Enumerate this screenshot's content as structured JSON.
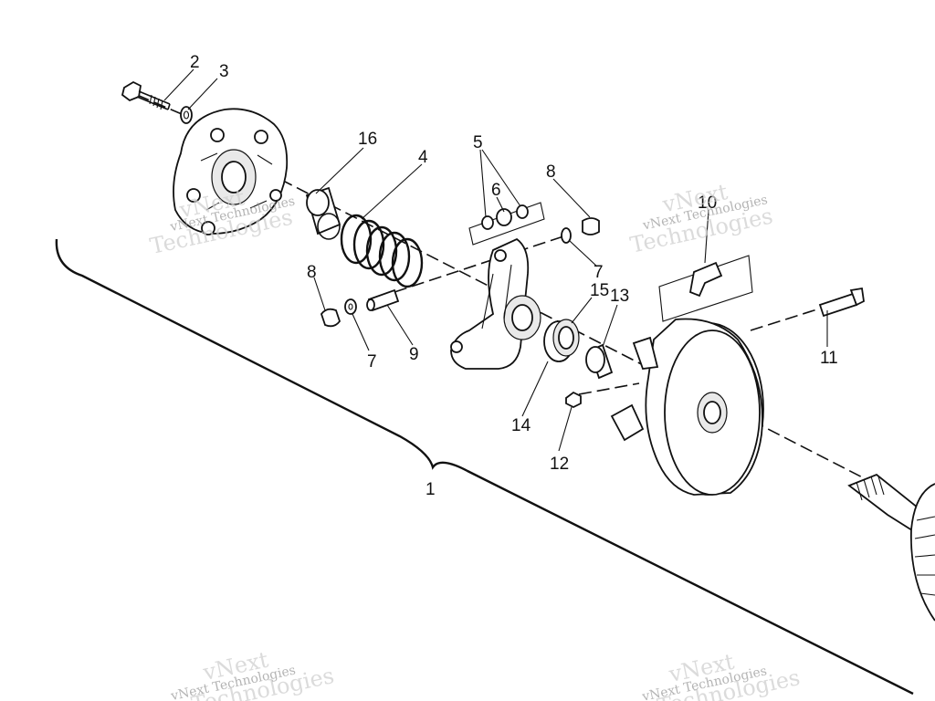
{
  "callouts": {
    "n1": "1",
    "n2": "2",
    "n3": "3",
    "n4": "4",
    "n5": "5",
    "n6": "6",
    "n7a": "7",
    "n7b": "7",
    "n8a": "8",
    "n8b": "8",
    "n9": "9",
    "n10": "10",
    "n11": "11",
    "n12": "12",
    "n13": "13",
    "n14": "14",
    "n15": "15",
    "n16": "16"
  },
  "watermark": {
    "line1": "vNext",
    "line2": "Technologies",
    "full": "vNext Technologies"
  }
}
